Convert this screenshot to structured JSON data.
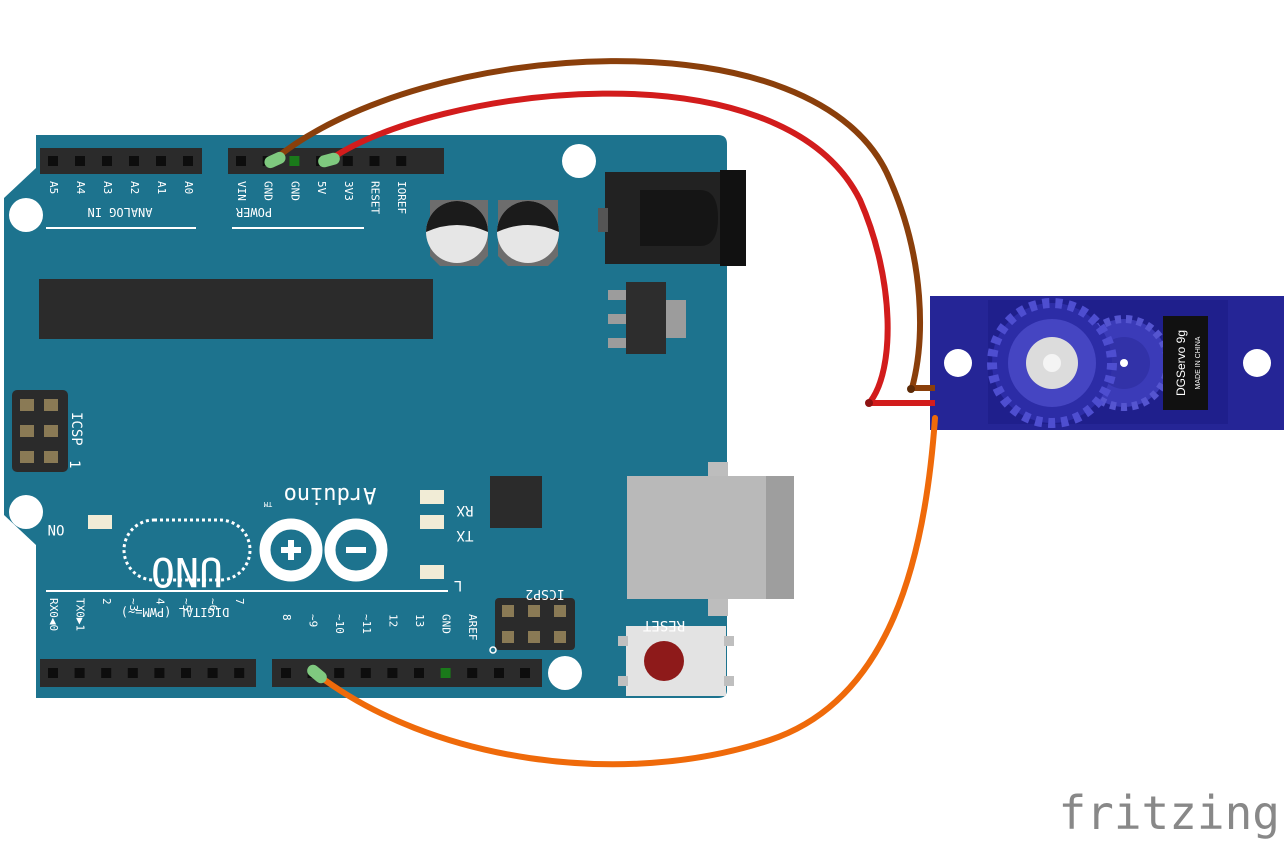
{
  "board": {
    "analog_header_label": "ANALOG IN",
    "analog_pins": [
      "A5",
      "A4",
      "A3",
      "A2",
      "A1",
      "A0"
    ],
    "power_header_label": "POWER",
    "power_pins": [
      "VIN",
      "GND",
      "GND",
      "5V",
      "3V3",
      "RESET",
      "IOREF"
    ],
    "icsp_label": "ICSP",
    "icsp_pin1_marker": "1",
    "icsp2_label": "ICSP2",
    "brand": "Arduino",
    "trademark": "TM",
    "model": "UNO",
    "on_led_label": "ON",
    "rx_label": "RX",
    "tx_label": "TX",
    "l_label": "L",
    "reset_label": "RESET",
    "digital_header_label": "DIGITAL (PWM=~)",
    "digital_pins_low": [
      "RX0◀0",
      "TX0▶1",
      "2",
      "~3",
      "4",
      "~5",
      "~6",
      "7"
    ],
    "digital_pins_high": [
      "8",
      "~9",
      "~10",
      "~11",
      "12",
      "13",
      "GND",
      "AREF"
    ]
  },
  "servo": {
    "model_label": "DGServo 9g",
    "origin_label": "MADE IN CHINA"
  },
  "wires": [
    {
      "name": "ground",
      "from": "GND",
      "to": "servo-brown",
      "color": "#8a3f0b"
    },
    {
      "name": "power",
      "from": "5V",
      "to": "servo-red",
      "color": "#d21c1c"
    },
    {
      "name": "signal",
      "from": "~9",
      "to": "servo-orange",
      "color": "#ef6a0a"
    }
  ],
  "colors": {
    "board": "#1d738e",
    "servo": "#252596",
    "wire_ground": "#8a3f0b",
    "wire_power": "#d21c1c",
    "wire_signal": "#ef6a0a"
  },
  "watermark": "fritzing"
}
